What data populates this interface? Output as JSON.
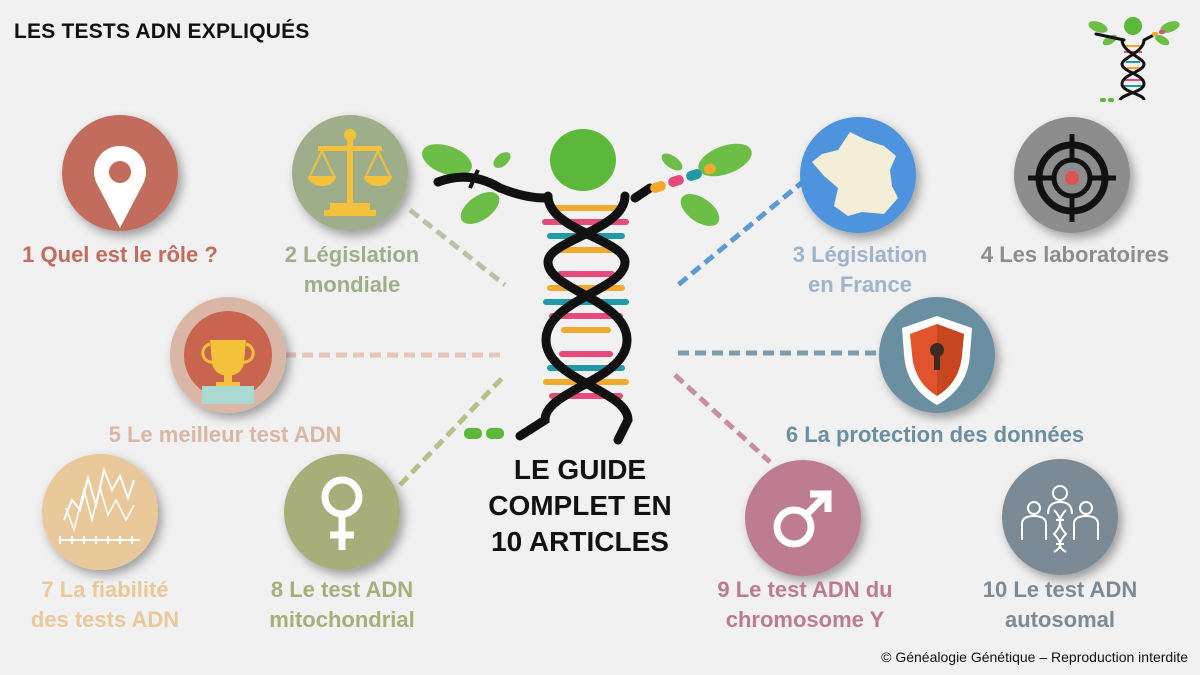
{
  "title": "LES TESTS ADN EXPLIQUÉS",
  "center_text": [
    "LE GUIDE",
    "COMPLET EN",
    "10 ARTICLES"
  ],
  "articles": [
    {
      "label": "1 Quel est le rôle ?",
      "icon": "location-pin-icon",
      "color": "#c26c5d"
    },
    {
      "label": "2 Législation mondiale",
      "lines": [
        "2 Législation",
        "mondiale"
      ],
      "icon": "scales-icon",
      "color": "#9fae8a"
    },
    {
      "label": "3 Législation en France",
      "lines": [
        "3 Législation",
        "en France"
      ],
      "icon": "france-map-icon",
      "color": "#9fb3cb"
    },
    {
      "label": "4 Les laboratoires",
      "icon": "target-icon",
      "color": "#8d8d8d"
    },
    {
      "label": "5 Le meilleur test ADN",
      "icon": "trophy-icon",
      "color": "#dab6a7"
    },
    {
      "label": "6 La protection des données",
      "icon": "shield-icon",
      "color": "#6b8fa0"
    },
    {
      "label": "7 La fiabilité des tests ADN",
      "lines": [
        "7 La fiabilité",
        "des tests ADN"
      ],
      "icon": "line-graph-icon",
      "color": "#e9c89a"
    },
    {
      "label": "8 Le test ADN mitochondrial",
      "lines": [
        "8 Le test ADN",
        "mitochondrial"
      ],
      "icon": "female-symbol-icon",
      "color": "#a9ad79"
    },
    {
      "label": "9 Le test ADN du chromosome Y",
      "lines": [
        "9 Le test ADN du",
        "chromosome Y"
      ],
      "icon": "male-symbol-icon",
      "color": "#bd7b8f"
    },
    {
      "label": "10 Le test ADN autosomal",
      "lines": [
        "10 Le test ADN",
        "autosomal"
      ],
      "icon": "people-dna-icon",
      "color": "#7c8a96"
    }
  ],
  "copyright": "© Généalogie Génétique – Reproduction interdite"
}
